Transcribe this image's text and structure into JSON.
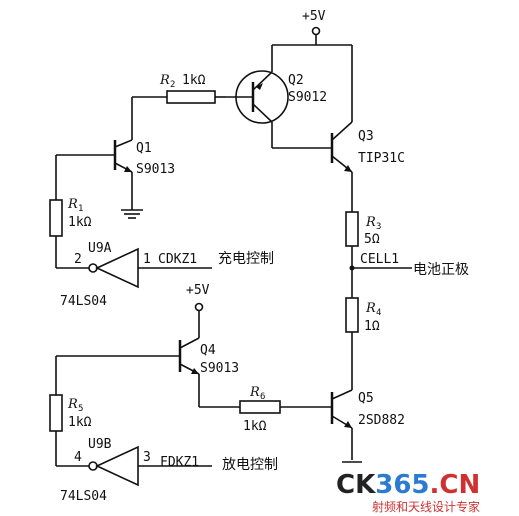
{
  "supply": {
    "top": "+5V",
    "mid": "+5V"
  },
  "transistors": {
    "q1": {
      "ref": "Q1",
      "part": "S9013"
    },
    "q2": {
      "ref": "Q2",
      "part": "S9012"
    },
    "q3": {
      "ref": "Q3",
      "part": "TIP31C"
    },
    "q4": {
      "ref": "Q4",
      "part": "S9013"
    },
    "q5": {
      "ref": "Q5",
      "part": "2SD882"
    }
  },
  "resistors": {
    "r1": {
      "ref": "R",
      "sub": "1",
      "value": "1kΩ"
    },
    "r2": {
      "ref": "R",
      "sub": "2",
      "value": "1kΩ"
    },
    "r3": {
      "ref": "R",
      "sub": "3",
      "value": "5Ω"
    },
    "r4": {
      "ref": "R",
      "sub": "4",
      "value": "1Ω"
    },
    "r5": {
      "ref": "R",
      "sub": "5",
      "value": "1kΩ"
    },
    "r6": {
      "ref": "R",
      "sub": "6",
      "value": "1kΩ"
    }
  },
  "gates": {
    "u9a": {
      "ref": "U9A",
      "part": "74LS04",
      "pin_in": "1",
      "pin_out": "2"
    },
    "u9b": {
      "ref": "U9B",
      "part": "74LS04",
      "pin_in": "3",
      "pin_out": "4"
    }
  },
  "nets": {
    "cdkz1": "CDKZ1",
    "cdkz1_desc": "充电控制",
    "fdkz1": "FDKZ1",
    "fdkz1_desc": "放电控制",
    "cell1": "CELL1",
    "cell1_desc": "电池正极"
  },
  "watermark": {
    "logo": "CK365.CN",
    "subtitle": "射频和天线设计专家"
  }
}
